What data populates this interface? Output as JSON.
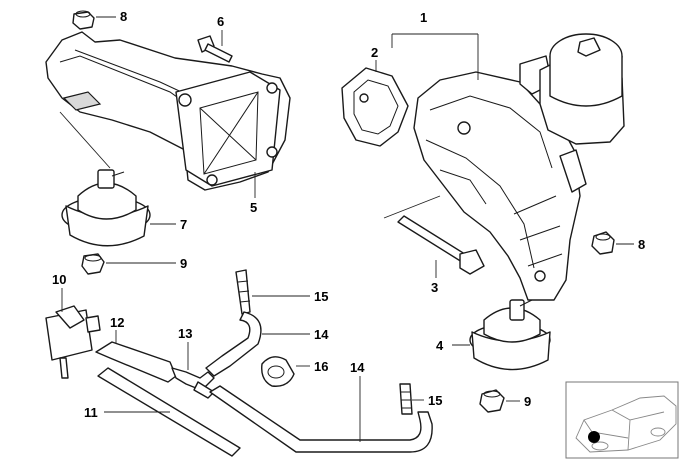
{
  "callouts": {
    "c1": "1",
    "c2": "2",
    "c3": "3",
    "c4": "4",
    "c5": "5",
    "c6": "6",
    "c7": "7",
    "c8a": "8",
    "c8b": "8",
    "c9a": "9",
    "c9b": "9",
    "c10": "10",
    "c11": "11",
    "c12": "12",
    "c13": "13",
    "c14a": "14",
    "c14b": "14",
    "c15a": "15",
    "c15b": "15",
    "c16": "16"
  },
  "colors": {
    "line": "#1a1a1a",
    "shade": "#d9d9d9",
    "marker": "#000000"
  },
  "inset": {
    "icon": "car-outline-icon",
    "marker": "front-location-dot"
  }
}
